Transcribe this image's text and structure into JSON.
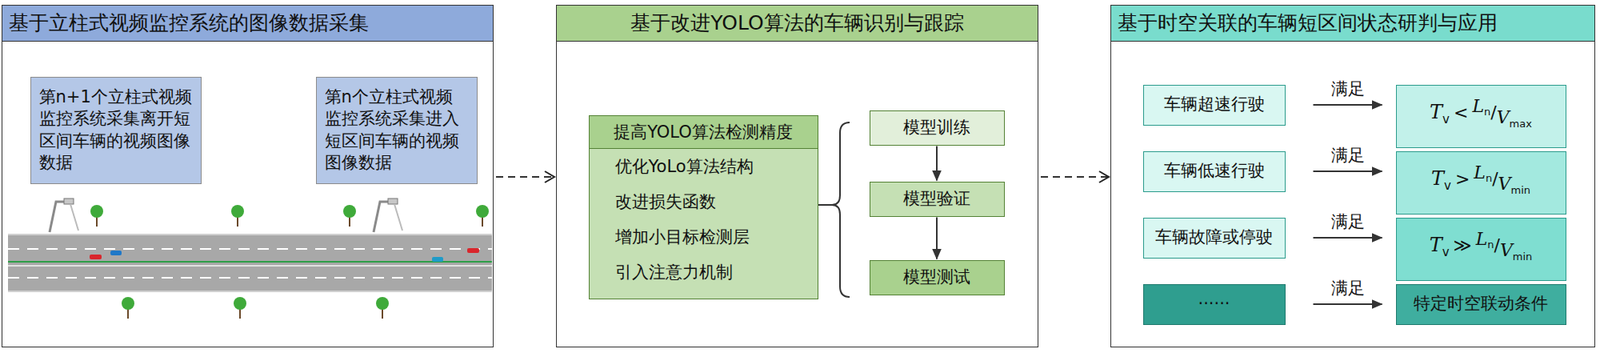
{
  "diagram": {
    "nodes": [
      {
        "text": [
          "基于立柱式视频监控系统的图像数据采集"
        ]
      },
      {
        "text": [
          "第n+1个立柱式视频监控系统采集离开短区间车辆的视频图像数据"
        ],
        "in": 0
      },
      {
        "text": [
          "第n个立柱式视频监控系统采集进入短区间车辆的视频图像数据"
        ],
        "in": 0
      },
      {
        "text": [
          "基于改进YOLO算法的车辆识别与跟踪"
        ]
      },
      {
        "text": [
          "提高YOLO算法检测精度",
          "优化YoLo算法结构",
          "改进损失函数",
          "增加小目标检测层",
          "引入注意力机制"
        ],
        "in": 3
      },
      {
        "text": [
          "模型训练"
        ],
        "in": 3
      },
      {
        "text": [
          "模型验证"
        ],
        "in": 3
      },
      {
        "text": [
          "模型测试"
        ],
        "in": 3
      },
      {
        "text": [
          "基于时空关联的车辆短区间状态研判与应用"
        ]
      },
      {
        "text": [
          "车辆超速行驶"
        ],
        "in": 8
      },
      {
        "text": [
          "T",
          "v",
          "<",
          "L",
          "n",
          "/",
          "V",
          "max"
        ],
        "in": 8
      },
      {
        "text": [
          "车辆低速行驶"
        ],
        "in": 8
      },
      {
        "text": [
          "T",
          "v",
          ">",
          "L",
          "n",
          "/",
          "V",
          "min"
        ],
        "in": 8
      },
      {
        "text": [
          "车辆故障或停驶"
        ],
        "in": 8
      },
      {
        "text": [
          "T",
          "v",
          "≫",
          "L",
          "n",
          "/",
          "V",
          "min"
        ],
        "in": 8
      },
      {
        "text": [
          "······"
        ],
        "in": 8
      },
      {
        "text": [
          "特定时空联动条件"
        ],
        "in": 8
      }
    ],
    "edges": [
      {
        "from": 0,
        "to": 3,
        "arrow": "to"
      },
      {
        "from": 3,
        "to": 8,
        "arrow": "to"
      },
      {
        "from": 5,
        "to": 6,
        "arrow": "to"
      },
      {
        "from": 6,
        "to": 7,
        "arrow": "to"
      },
      {
        "from": 9,
        "to": 10,
        "label": "满足",
        "arrow": "to"
      },
      {
        "from": 11,
        "to": 12,
        "label": "满足",
        "arrow": "to"
      },
      {
        "from": 13,
        "to": 14,
        "label": "满足",
        "arrow": "to"
      },
      {
        "from": 15,
        "to": 16,
        "label": "满足",
        "arrow": "to"
      }
    ]
  }
}
